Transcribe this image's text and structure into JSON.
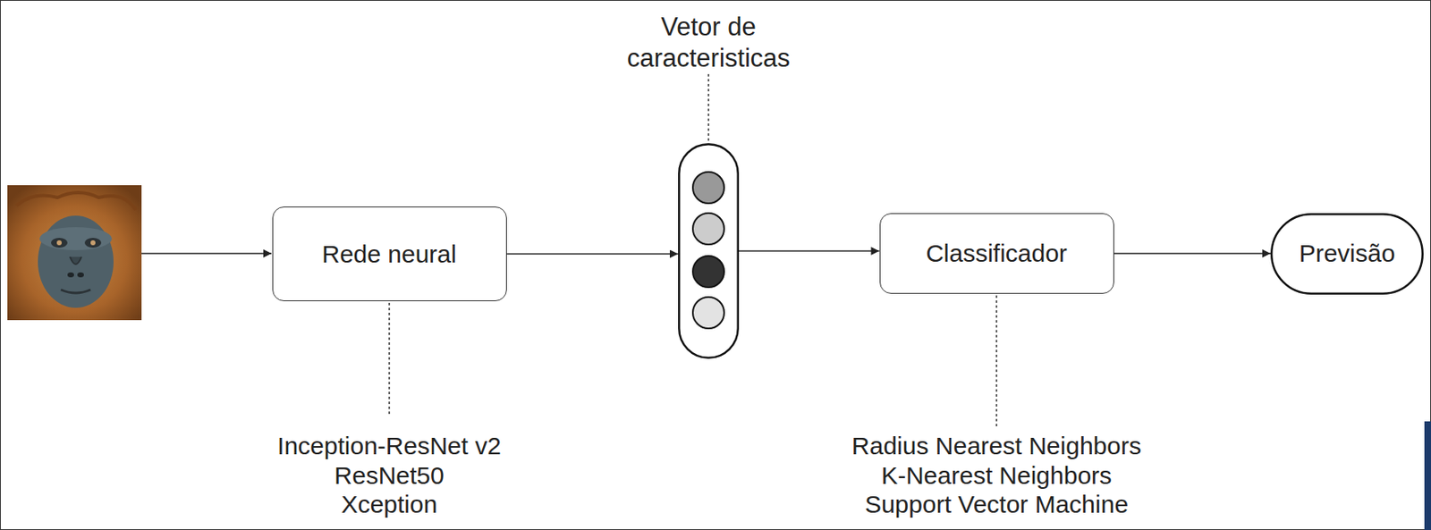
{
  "diagram": {
    "nodes": [
      {
        "text": [
          "Rede neural"
        ]
      },
      {
        "text": [
          "Vetor de caracteristicas"
        ]
      },
      {
        "text": [
          "Classificador"
        ]
      },
      {
        "text": [
          "Previsão"
        ]
      }
    ],
    "edges": [
      {
        "from": 0,
        "to": 1,
        "arrow": "to"
      },
      {
        "from": 1,
        "to": 2,
        "arrow": "to"
      },
      {
        "from": 2,
        "to": 3,
        "arrow": "to"
      }
    ],
    "labels": [
      "Inception-ResNet v2",
      "ResNet50",
      "Xception",
      "Radius Nearest Neighbors",
      "K-Nearest Neighbors",
      "Support Vector Machine"
    ]
  }
}
